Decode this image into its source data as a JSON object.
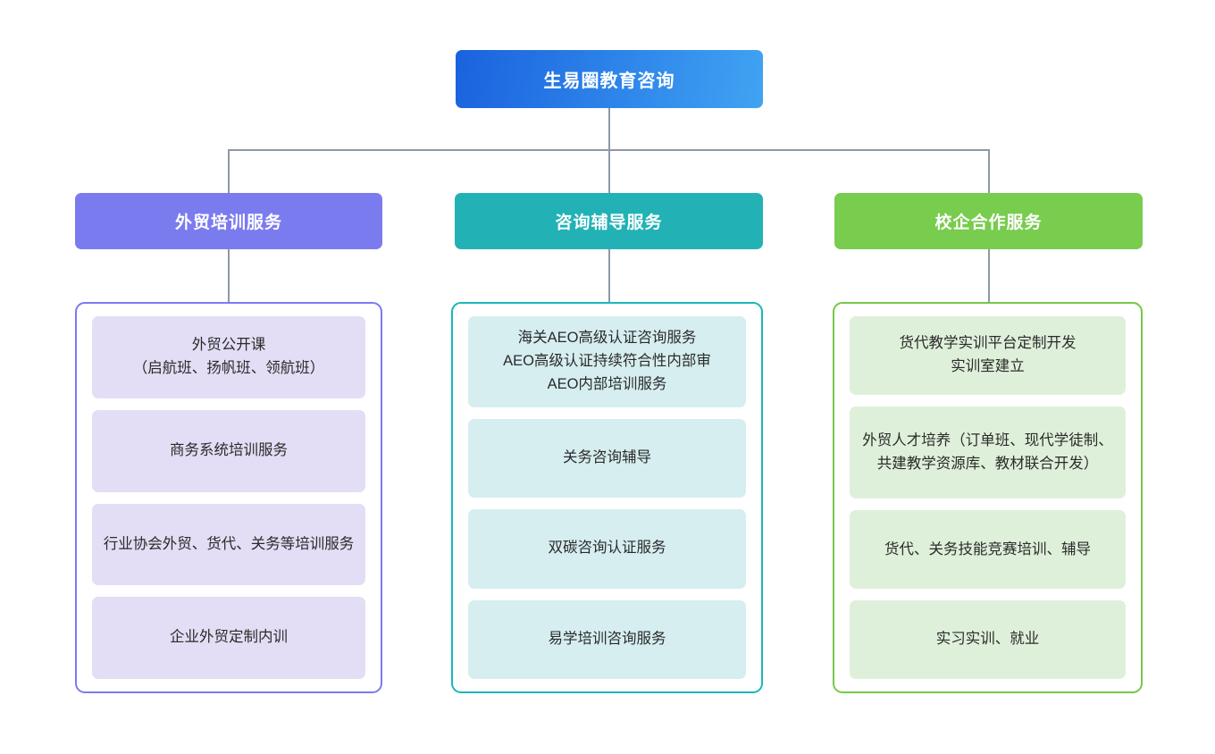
{
  "root": {
    "label": "生易圈教育咨询"
  },
  "colors": {
    "root_gradient_start": "#1a62de",
    "root_gradient_end": "#41a3f2",
    "branch_purple": "#7b7bf0",
    "branch_teal": "#22b2b6",
    "branch_green": "#78cc4e",
    "card_purple_bg": "#e3def5",
    "card_teal_bg": "#d6eef0",
    "card_green_bg": "#dff0da",
    "connector": "#8d99a6"
  },
  "branches": [
    {
      "header": "外贸培训服务",
      "items": [
        "外贸公开课\n（启航班、扬帆班、领航班）",
        "商务系统培训服务",
        "行业协会外贸、货代、关务等培训服务",
        "企业外贸定制内训"
      ]
    },
    {
      "header": "咨询辅导服务",
      "items": [
        "海关AEO高级认证咨询服务\nAEO高级认证持续符合性内部审\nAEO内部培训服务",
        "关务咨询辅导",
        "双碳咨询认证服务",
        "易学培训咨询服务"
      ]
    },
    {
      "header": "校企合作服务",
      "items": [
        "货代教学实训平台定制开发\n实训室建立",
        "外贸人才培养（订单班、现代学徒制、共建教学资源库、教材联合开发）",
        "货代、关务技能竞赛培训、辅导",
        "实习实训、就业"
      ]
    }
  ]
}
